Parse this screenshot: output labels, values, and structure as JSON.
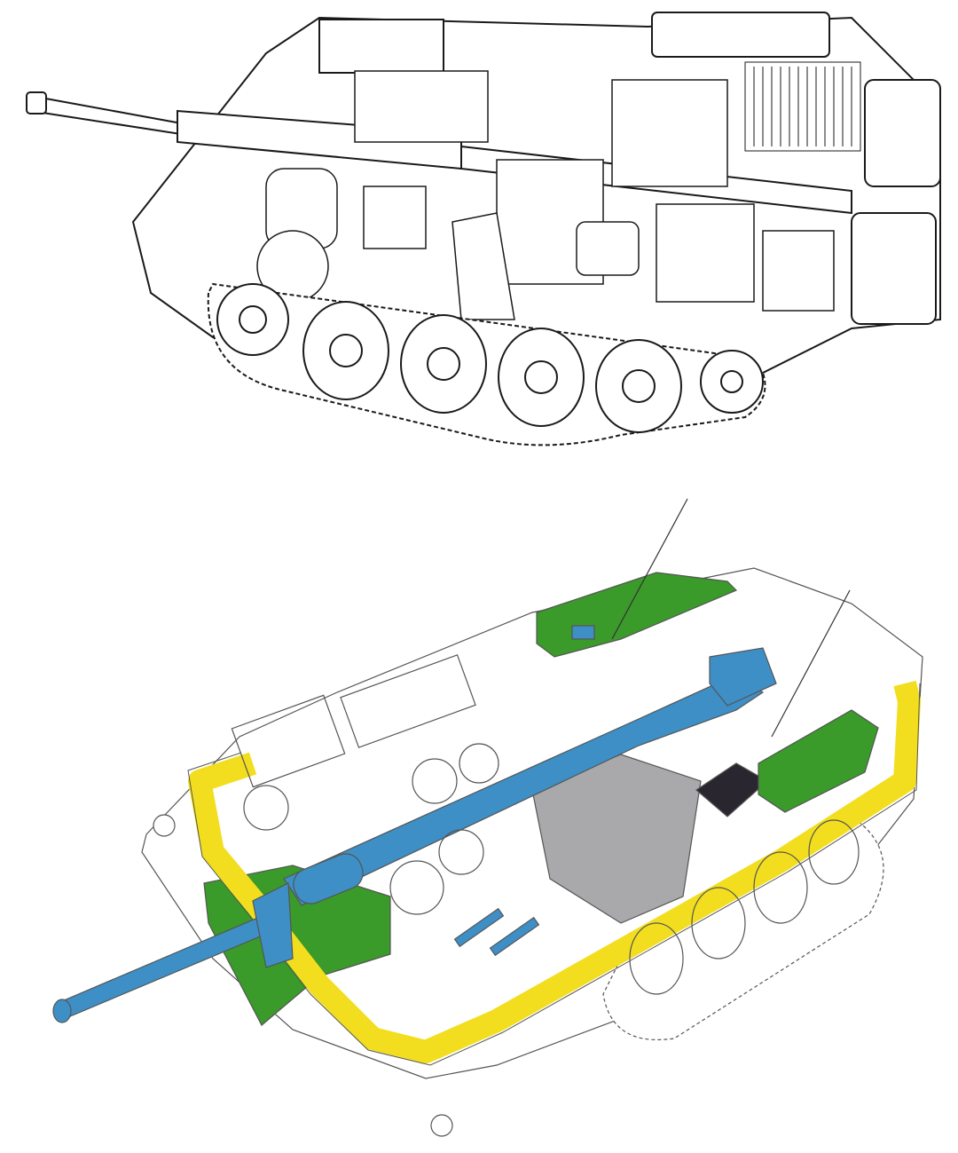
{
  "figures": [
    {
      "id": "line-cutaway",
      "style": "black ink line drawing"
    },
    {
      "id": "color-cutaway",
      "style": "phantom view with colored highlights"
    }
  ],
  "colors": {
    "ink": "#1a1a1a",
    "gun": "#3d8fc6",
    "armour_frame": "#f2de1f",
    "fuel_tanks": "#3a9a2a",
    "gray_component": "#a9a9ab",
    "dark_panel": "#2a2630",
    "background": "#ffffff"
  }
}
